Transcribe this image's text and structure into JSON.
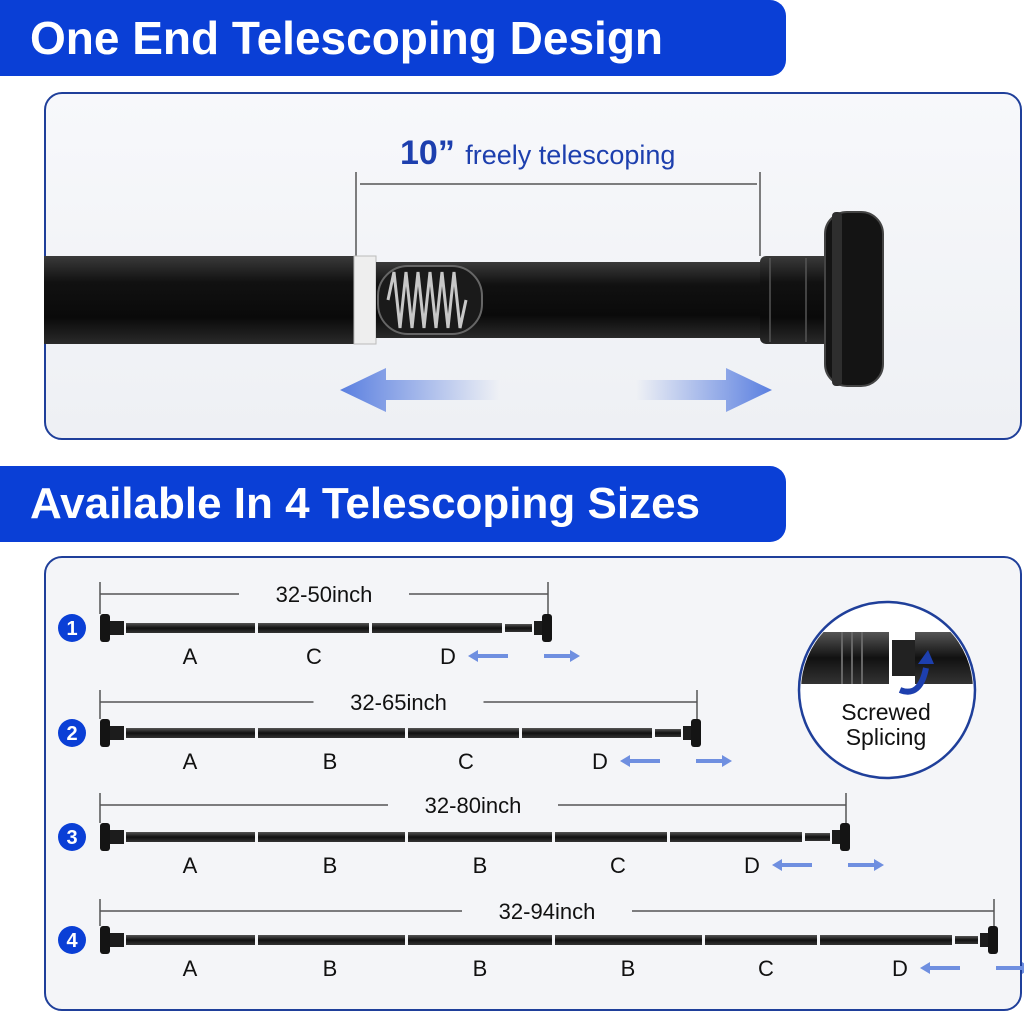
{
  "section1": {
    "title": "One End Telescoping Design",
    "measure_value": "10”",
    "measure_text": "freely telescoping"
  },
  "section2": {
    "title": "Available In 4 Telescoping Sizes",
    "inset_label_line1": "Screwed",
    "inset_label_line2": "Splicing",
    "sizes": [
      {
        "number": "1",
        "range": "32-50inch",
        "segments": [
          "A",
          "C",
          "D"
        ]
      },
      {
        "number": "2",
        "range": "32-65inch",
        "segments": [
          "A",
          "B",
          "C",
          "D"
        ]
      },
      {
        "number": "3",
        "range": "32-80inch",
        "segments": [
          "A",
          "B",
          "B",
          "C",
          "D"
        ]
      },
      {
        "number": "4",
        "range": "32-94inch",
        "segments": [
          "A",
          "B",
          "B",
          "B",
          "C",
          "D"
        ]
      }
    ]
  },
  "colors": {
    "banner": "#0a3fd6",
    "panel_border": "#1f3f9a",
    "accent_blue": "#1d3fae",
    "arrow": "#6f8fe0",
    "rod": "#141414"
  }
}
